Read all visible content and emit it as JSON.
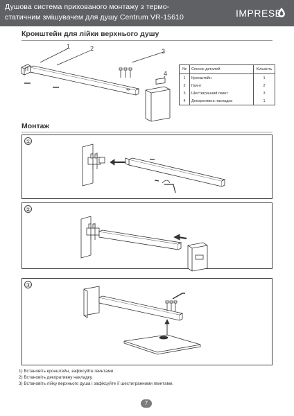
{
  "header": {
    "title": "Душова система прихованого монтажу з термо-\nстатичним змішувачем для душу Centrum VR-15610",
    "brand": "IMPRESE"
  },
  "section1": {
    "title": "Кронштейн для лійки верхнього душу",
    "callouts": [
      "1",
      "2",
      "3",
      "4"
    ]
  },
  "parts_table": {
    "headers": [
      "№",
      "Список деталей",
      "Кількість"
    ],
    "rows": [
      {
        "num": "1",
        "name": "Кронштейн",
        "qty": "1"
      },
      {
        "num": "2",
        "name": "Гвинт",
        "qty": "2"
      },
      {
        "num": "3",
        "name": "Шестигранний гвинт",
        "qty": "3"
      },
      {
        "num": "4",
        "name": "Декоративна накладка",
        "qty": "1"
      }
    ]
  },
  "section2": {
    "title": "Монтаж",
    "steps": [
      "①",
      "②",
      "③"
    ]
  },
  "instructions": [
    "1) Встановіть кронштейн, зафіксуйте гвинтами.",
    "2) Встановіть декоративну накладку.",
    "3) Встановіть лійку верхнього душа і зафіксуйте її шестигранними гвинтами."
  ],
  "page_number": "7",
  "colors": {
    "header_bg": "#5f6164",
    "badge_bg": "#7a7c7e"
  }
}
